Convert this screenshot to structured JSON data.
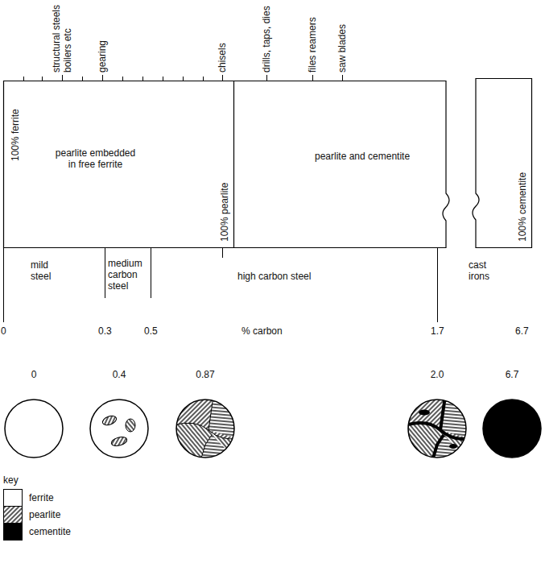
{
  "diagram": {
    "nodes": [
      {
        "text": [
          "100% ferrite",
          "pearlite embedded in free ferrite",
          "100% pearlite",
          "pearlite and cementite"
        ]
      },
      {
        "text": [
          "100% cementite"
        ]
      },
      {
        "text": [
          "0"
        ]
      },
      {
        "text": [
          "0.4"
        ]
      },
      {
        "text": [
          "0.87"
        ]
      },
      {
        "text": [
          "2.0"
        ]
      },
      {
        "text": [
          "6.7"
        ]
      }
    ],
    "labels": [
      "structural steels boilers etc",
      "gearing",
      "chisels",
      "drills, taps, dies",
      "files reamers",
      "saw blades",
      "mild steel",
      "medium carbon steel",
      "high carbon steel",
      "cast irons",
      "0",
      "0.3",
      "0.5",
      "% carbon",
      "1.7",
      "6.7",
      "key"
    ],
    "legend": [
      {
        "text": "ferrite",
        "color": "#ffffff"
      },
      {
        "text": "pearlite"
      },
      {
        "text": "cementite",
        "color": "#000000"
      }
    ]
  }
}
